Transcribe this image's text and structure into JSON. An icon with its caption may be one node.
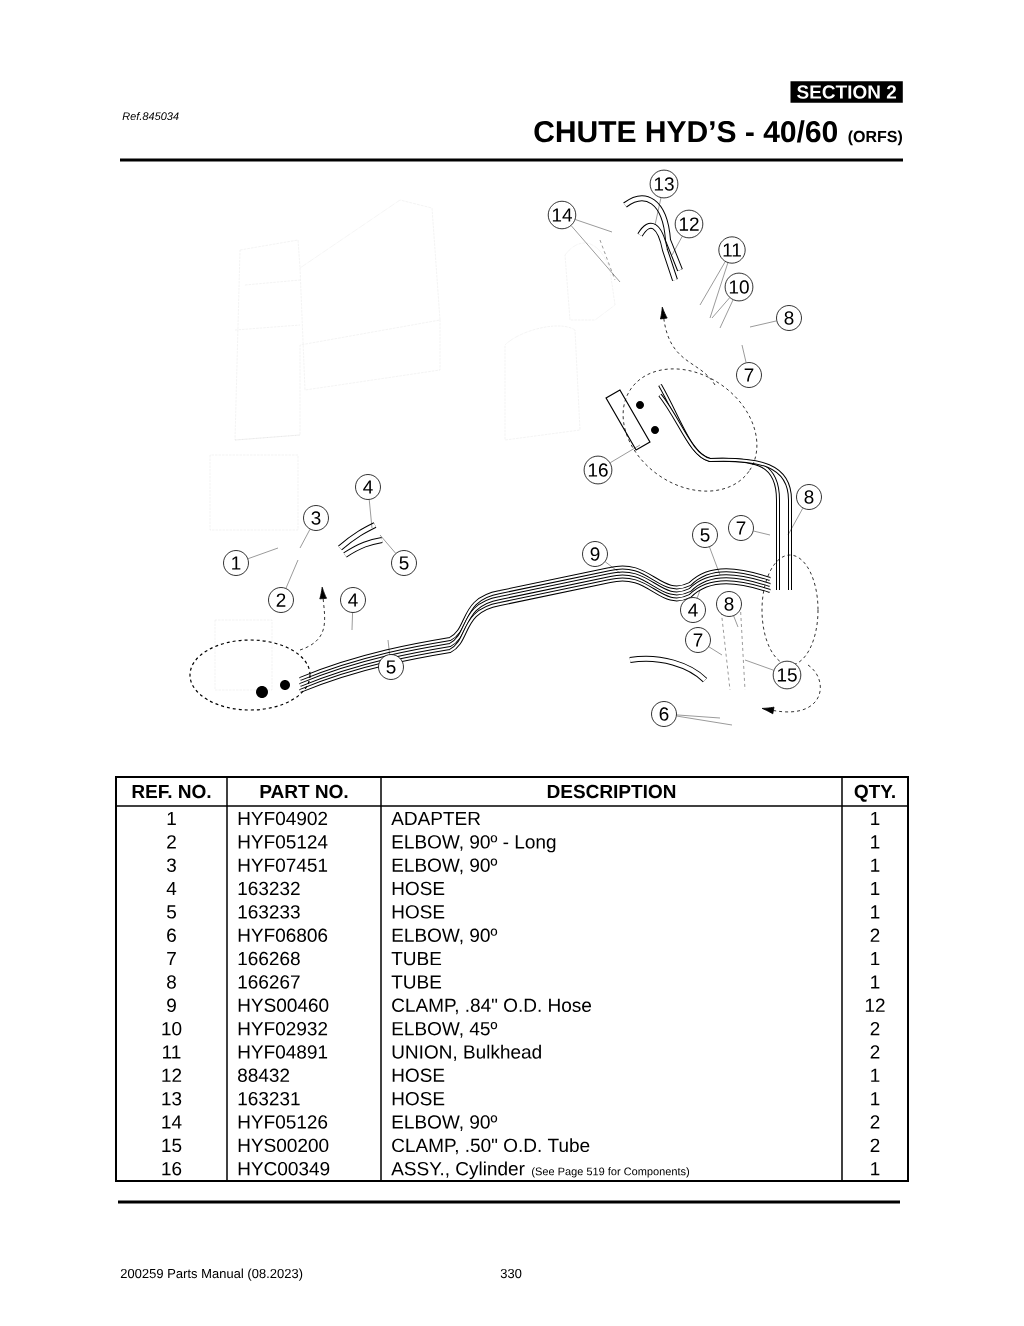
{
  "diagram": {
    "title": "CHUTE HYD’S - 40/60",
    "nodes": [
      {
        "text": [
          "13"
        ]
      },
      {
        "text": [
          "14"
        ]
      },
      {
        "text": [
          "12"
        ]
      },
      {
        "text": [
          "11"
        ]
      },
      {
        "text": [
          "10"
        ]
      },
      {
        "text": [
          "8"
        ]
      },
      {
        "text": [
          "7"
        ]
      },
      {
        "text": [
          "16"
        ]
      },
      {
        "text": [
          "8"
        ]
      },
      {
        "text": [
          "7"
        ]
      },
      {
        "text": [
          "4"
        ]
      },
      {
        "text": [
          "3"
        ]
      },
      {
        "text": [
          "1"
        ]
      },
      {
        "text": [
          "5"
        ]
      },
      {
        "text": [
          "2"
        ]
      },
      {
        "text": [
          "4"
        ]
      },
      {
        "text": [
          "5"
        ]
      },
      {
        "text": [
          "9"
        ]
      },
      {
        "text": [
          "5"
        ]
      },
      {
        "text": [
          "4"
        ]
      },
      {
        "text": [
          "8"
        ]
      },
      {
        "text": [
          "7"
        ]
      },
      {
        "text": [
          "15"
        ]
      },
      {
        "text": [
          "6"
        ]
      }
    ],
    "edges": [
      {
        "from": 0,
        "to": null,
        "arrow": "none"
      },
      {
        "from": 1,
        "to": null,
        "arrow": "none"
      },
      {
        "from": 1,
        "to": null,
        "arrow": "none"
      },
      {
        "from": 2,
        "to": null,
        "arrow": "none"
      },
      {
        "from": 3,
        "to": null,
        "arrow": "none"
      },
      {
        "from": 3,
        "to": null,
        "arrow": "none"
      },
      {
        "from": 4,
        "to": null,
        "arrow": "none"
      },
      {
        "from": 4,
        "to": null,
        "arrow": "none"
      },
      {
        "from": 5,
        "to": null,
        "arrow": "none"
      },
      {
        "from": 6,
        "to": null,
        "arrow": "none"
      },
      {
        "from": 7,
        "to": null,
        "arrow": "none"
      },
      {
        "from": 8,
        "to": null,
        "arrow": "none"
      },
      {
        "from": 9,
        "to": null,
        "arrow": "none"
      },
      {
        "from": 10,
        "to": null,
        "arrow": "none"
      },
      {
        "from": 11,
        "to": null,
        "arrow": "none"
      },
      {
        "from": 12,
        "to": null,
        "arrow": "none"
      },
      {
        "from": 13,
        "to": null,
        "arrow": "none"
      },
      {
        "from": 14,
        "to": null,
        "arrow": "none"
      },
      {
        "from": 15,
        "to": null,
        "arrow": "none"
      },
      {
        "from": 16,
        "to": null,
        "arrow": "none"
      },
      {
        "from": 17,
        "to": null,
        "arrow": "none"
      },
      {
        "from": 18,
        "to": null,
        "arrow": "none"
      },
      {
        "from": 19,
        "to": null,
        "arrow": "none"
      },
      {
        "from": 20,
        "to": null,
        "arrow": "none"
      },
      {
        "from": 21,
        "to": null,
        "arrow": "none"
      },
      {
        "from": 22,
        "to": null,
        "arrow": "none"
      },
      {
        "from": 23,
        "to": null,
        "arrow": "none"
      },
      {
        "from": 23,
        "to": null,
        "arrow": "none"
      }
    ],
    "labels": [
      "SECTION 2",
      "Ref.845034",
      "(ORFS)",
      "REF. NO.",
      "PART NO.",
      "DESCRIPTION",
      "QTY.",
      "1",
      "HYF04902",
      "ADAPTER",
      "1",
      "2",
      "HYF05124",
      "ELBOW, 90º - Long",
      "1",
      "3",
      "HYF07451",
      "ELBOW, 90º",
      "1",
      "4",
      "163232",
      "HOSE",
      "1",
      "5",
      "163233",
      "HOSE",
      "1",
      "6",
      "HYF06806",
      "ELBOW, 90º",
      "2",
      "7",
      "166268",
      "TUBE",
      "1",
      "8",
      "166267",
      "TUBE",
      "1",
      "9",
      "HYS00460",
      "CLAMP, .84\" O.D. Hose",
      "12",
      "10",
      "HYF02932",
      "ELBOW, 45º",
      "2",
      "11",
      "HYF04891",
      "UNION, Bulkhead",
      "2",
      "12",
      "88432",
      "HOSE",
      "1",
      "13",
      "163231",
      "HOSE",
      "1",
      "14",
      "HYF05126",
      "ELBOW, 90º",
      "2",
      "15",
      "HYS00200",
      "CLAMP, .50\" O.D. Tube",
      "2",
      "16",
      "HYC00349",
      "ASSY., Cylinder",
      "(See Page 519 for Components)",
      "1",
      "200259 Parts Manual (08.2023)",
      "330"
    ]
  }
}
